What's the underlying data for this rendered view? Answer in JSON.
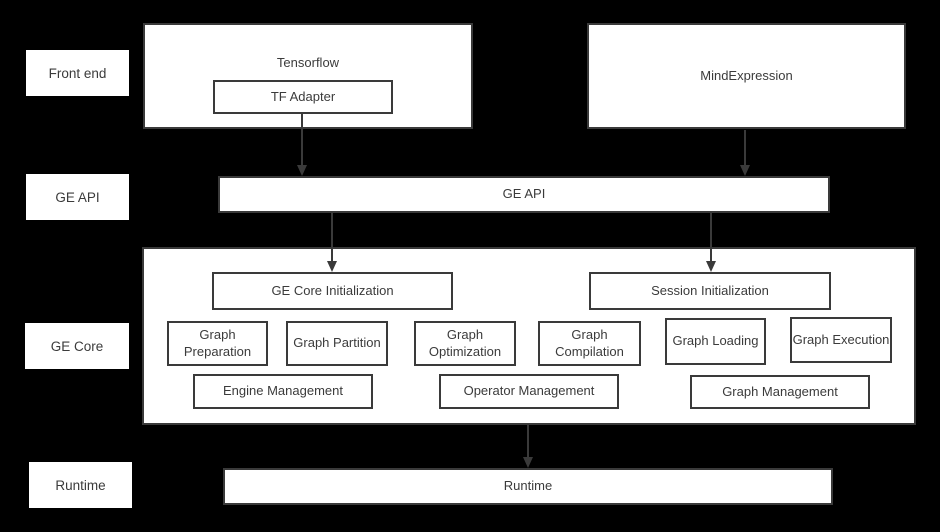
{
  "colors": {
    "background": "#000000",
    "box_fill": "#ffffff",
    "box_border": "#3a3a3a",
    "text": "#3b3b3b",
    "arrow": "#3a3a3a"
  },
  "rail": {
    "front_end": "Front end",
    "ge_api": "GE API",
    "ge_core": "GE Core",
    "runtime": "Runtime"
  },
  "front_end": {
    "tensorflow": {
      "label": "Tensorflow",
      "tf_adapter": "TF Adapter"
    },
    "mind_expression": {
      "label": "MindExpression"
    }
  },
  "ge_api": {
    "label": "GE API"
  },
  "ge_core": {
    "init_boxes": [
      {
        "label": "GE Core Initialization"
      },
      {
        "label": "Session Initialization"
      }
    ],
    "module_boxes": [
      {
        "label": "Graph Preparation"
      },
      {
        "label": "Graph Partition"
      },
      {
        "label": "Graph Optimization"
      },
      {
        "label": "Graph Compilation"
      },
      {
        "label": "Graph Loading"
      },
      {
        "label": "Graph Execution"
      }
    ],
    "management_boxes": [
      {
        "label": "Engine Management"
      },
      {
        "label": "Operator Management"
      },
      {
        "label": "Graph Management"
      }
    ]
  },
  "runtime": {
    "label": "Runtime"
  },
  "connections": [
    {
      "from": "TF Adapter",
      "to": "GE API"
    },
    {
      "from": "MindExpression",
      "to": "GE API"
    },
    {
      "from": "GE API",
      "to": "GE Core Initialization"
    },
    {
      "from": "GE API",
      "to": "Session Initialization"
    },
    {
      "from": "GE Core",
      "to": "Runtime"
    }
  ]
}
